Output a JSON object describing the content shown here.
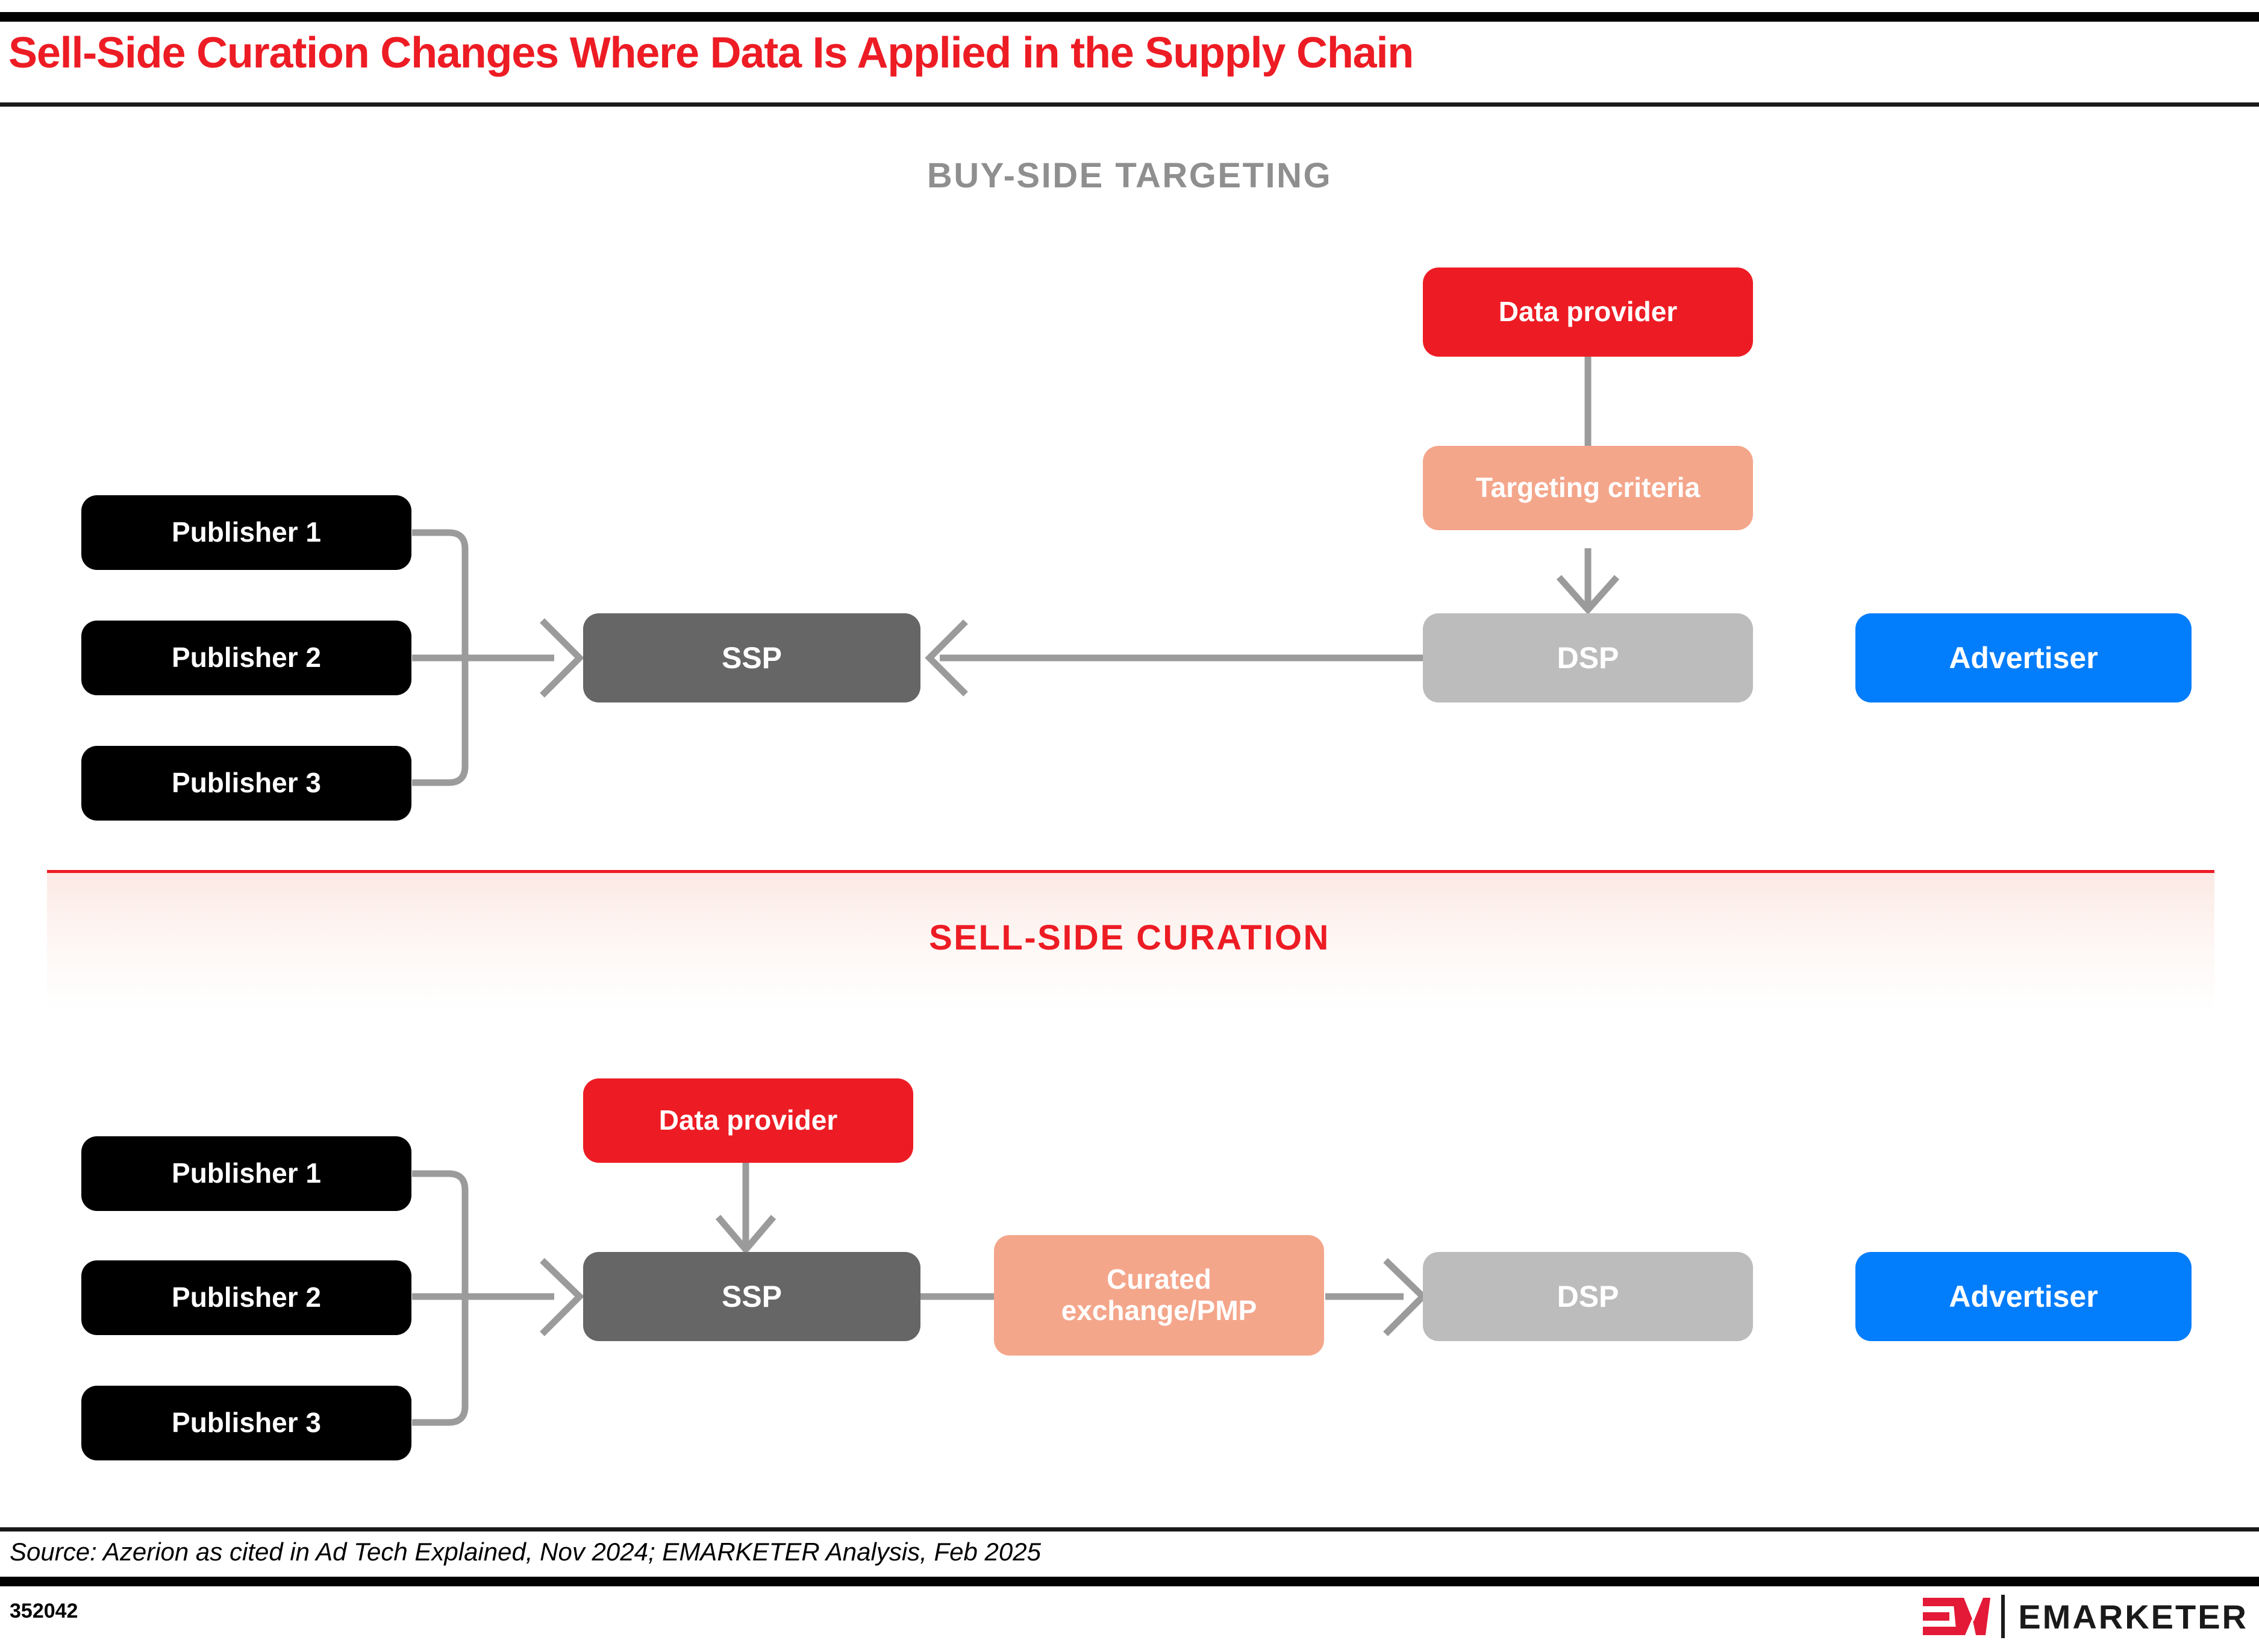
{
  "header": {
    "title": "Sell-Side Curation Changes Where Data Is Applied in the Supply Chain"
  },
  "sections": {
    "buyside_label": "BUY-SIDE TARGETING",
    "sellside_label": "SELL-SIDE CURATION"
  },
  "buyside_nodes": {
    "publisher1": "Publisher 1",
    "publisher2": "Publisher 2",
    "publisher3": "Publisher 3",
    "ssp": "SSP",
    "data_provider": "Data provider",
    "targeting_criteria": "Targeting criteria",
    "dsp": "DSP",
    "advertiser": "Advertiser"
  },
  "sellside_nodes": {
    "publisher1": "Publisher 1",
    "publisher2": "Publisher 2",
    "publisher3": "Publisher 3",
    "data_provider": "Data provider",
    "ssp": "SSP",
    "curated_exchange": "Curated\nexchange/PMP",
    "curated_exchange_line1": "Curated",
    "curated_exchange_line2": "exchange/PMP",
    "dsp": "DSP",
    "advertiser": "Advertiser"
  },
  "footer": {
    "source": "Source: Azerion as cited in Ad Tech Explained, Nov 2024; EMARKETER Analysis, Feb 2025",
    "chart_id": "352042",
    "brand": "EMARKETER"
  },
  "colors": {
    "brand_red": "#ED1C24",
    "publisher_black": "#000000",
    "ssp_gray": "#666666",
    "dsp_gray": "#BCBCBC",
    "salmon": "#F4A68B",
    "advertiser_blue": "#027DFB",
    "connector_gray": "#9B9B9B",
    "section_gray": "#8F8F8F"
  }
}
